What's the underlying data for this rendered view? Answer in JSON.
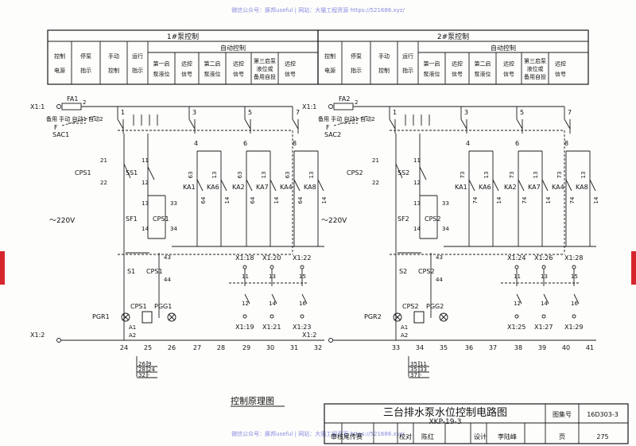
{
  "watermark": "微信公众号：豚邦useful | 网站：大猫工程资源 https://521686.xyz/",
  "header": {
    "pump1_title": "1#泵控制",
    "pump2_title": "2#泵控制",
    "auto_title": "自动控制",
    "cols": [
      [
        "控制",
        "电源"
      ],
      [
        "停泵",
        "指示"
      ],
      [
        "手动",
        "控制"
      ],
      [
        "运行",
        "指示"
      ],
      [
        "第一启",
        "泵液位"
      ],
      [
        "远控",
        "信号"
      ],
      [
        "第二启",
        "泵液位"
      ],
      [
        "远控",
        "信号"
      ],
      [
        "第三启泵",
        "液位或",
        "备用自投"
      ],
      [
        "远控",
        "信号"
      ]
    ]
  },
  "circuit1": {
    "supply": "X1:1",
    "fuse": "FA1",
    "neutral": "X1:2",
    "voltage": "～220V",
    "switch": "SAC1",
    "switch_modes": "备用 手动 自动1 自动2",
    "stop_btn": "SS1",
    "cps": "CPS1",
    "start_btn": "SF1",
    "start_btn2": "SF1",
    "contact_s": "S1",
    "lamp_stop": "PGR1",
    "lamp_run": "PGG1",
    "contactor": "CPS1",
    "coil_a": "A1",
    "coil_b": "A2",
    "relays": [
      "KA1",
      "KA6",
      "KA2",
      "KA7",
      "KA4",
      "KA8"
    ],
    "relay_top": [
      "63",
      "13",
      "63",
      "13",
      "63",
      "13"
    ],
    "relay_bot": [
      "64",
      "14",
      "64",
      "14",
      "64",
      "14"
    ],
    "terminals_top": [
      "X1:18",
      "X1:20",
      "X1:22"
    ],
    "terminals_bot": [
      "X1:19",
      "X1:21",
      "X1:23"
    ],
    "remote_top": [
      "11",
      "13",
      "15"
    ],
    "remote_bot": [
      "12",
      "14",
      "16"
    ],
    "bottom_nums": [
      "24",
      "25",
      "26",
      "27",
      "28",
      "29",
      "30",
      "31",
      "32"
    ],
    "ref_rows": [
      "26|9",
      "28|24",
      "32|-"
    ]
  },
  "circuit2": {
    "supply": "X1:1",
    "fuse": "FA2",
    "neutral": "X1:2",
    "voltage": "～220V",
    "switch": "SAC2",
    "switch_modes": "备用 手动 自动1 自动2",
    "stop_btn": "SS2",
    "cps": "CPS2",
    "start_btn": "SF2",
    "start_btn2": "SF2",
    "contact_s": "S2",
    "lamp_stop": "PGR2",
    "lamp_run": "PGG2",
    "contactor": "CPS2",
    "coil_a": "A1",
    "coil_b": "A2",
    "relays": [
      "KA1",
      "KA6",
      "KA2",
      "KA7",
      "KA4",
      "KA8"
    ],
    "relay_top": [
      "73",
      "13",
      "73",
      "13",
      "73",
      "13"
    ],
    "relay_bot": [
      "74",
      "14",
      "74",
      "14",
      "74",
      "14"
    ],
    "terminals_top": [
      "X1:24",
      "X1:26",
      "X1:28"
    ],
    "terminals_bot": [
      "X1:25",
      "X1:27",
      "X1:29"
    ],
    "remote_top": [
      "11",
      "13",
      "15"
    ],
    "remote_bot": [
      "12",
      "14",
      "16"
    ],
    "bottom_nums": [
      "33",
      "34",
      "35",
      "36",
      "37",
      "38",
      "39",
      "40",
      "41"
    ],
    "ref_rows": [
      "35|11",
      "35|33",
      "37|-"
    ]
  },
  "common_nums": {
    "top_terms": [
      "1",
      "3",
      "5",
      "7"
    ],
    "wire_a": [
      "21",
      "22"
    ],
    "wire_b": [
      "11",
      "12"
    ],
    "wire_c": [
      "13",
      "14"
    ],
    "wire_d": [
      "33",
      "34"
    ],
    "wire_e": [
      "43",
      "44"
    ],
    "wire_4": "4",
    "wire_6": "6",
    "wire_8": "8",
    "wire_3": "3",
    "wire_2": "2",
    "wire_F": "F"
  },
  "caption": "控制原理图",
  "title_block": {
    "title": "三台排水泵水位控制电路图",
    "subtitle": "XKP-19-3",
    "atlas_label": "图集号",
    "atlas_no": "16D303-3",
    "review_label": "审核",
    "reviewer": "尾传赛",
    "check_label": "校对",
    "checker": "陈红",
    "design_label": "设计",
    "designer": "李陆峰",
    "page_label": "页",
    "page_no": "275"
  },
  "colors": {
    "line": "#1a1a1a",
    "tab": "#d6262d",
    "watermark": "#8a8ae0"
  }
}
